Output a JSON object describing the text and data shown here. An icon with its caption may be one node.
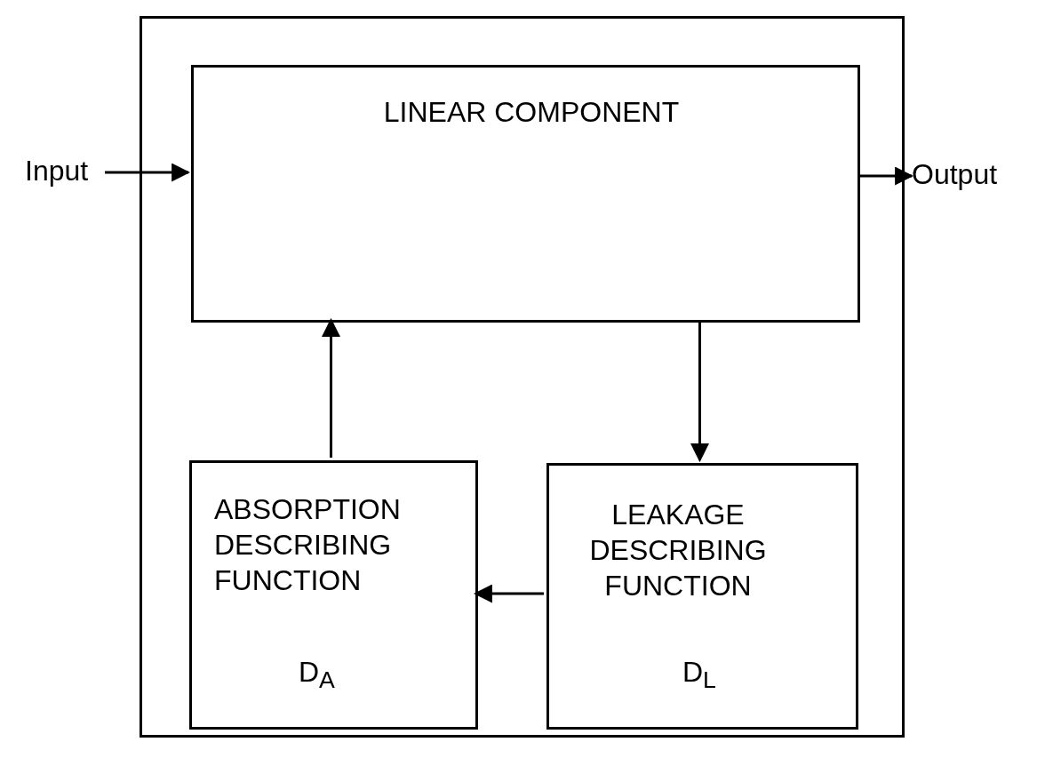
{
  "diagram": {
    "nodes": [
      {
        "text": [],
        "shape": "box"
      },
      {
        "text": [
          "LINEAR COMPONENT"
        ],
        "in": 0
      },
      {
        "text": [
          "ABSORPTION DESCRIBING FUNCTION",
          "D$_{A}$"
        ],
        "in": 0
      },
      {
        "text": [
          "LEAKAGE DESCRIBING FUNCTION",
          "D$_{L}$"
        ],
        "in": 0
      },
      {
        "text": [
          "Input"
        ]
      },
      {
        "text": [
          "Output"
        ]
      }
    ],
    "edges": [
      {
        "from": 4,
        "to": 1,
        "arrow": "to"
      },
      {
        "from": 1,
        "to": 5,
        "arrow": "to"
      },
      {
        "from": 2,
        "to": 1,
        "arrow": "to"
      },
      {
        "from": 1,
        "to": 3,
        "arrow": "to"
      },
      {
        "from": 3,
        "to": 2,
        "arrow": "to"
      }
    ]
  }
}
